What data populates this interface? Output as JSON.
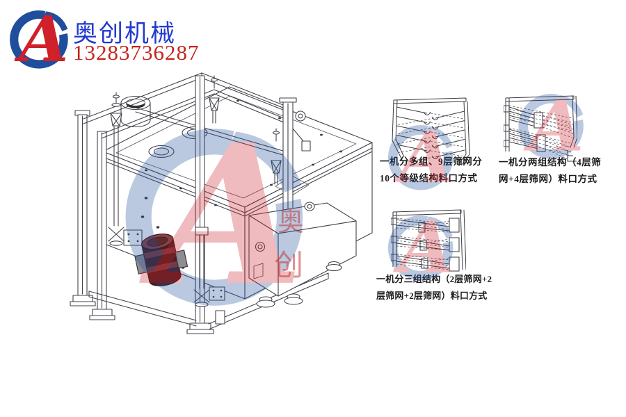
{
  "header": {
    "company_name": "奥创机械",
    "phone": "13283736287"
  },
  "logo": {
    "letter": "A"
  },
  "colors": {
    "brand_blue": "#1f4e9c",
    "brand_red": "#d0202a",
    "company_text_blue": "#2239cf",
    "phone_red": "#c5231b",
    "drawing_line": "#43434b",
    "motor_maroon": "#4a2024"
  },
  "watermark": {
    "chars": [
      "奥",
      "创"
    ]
  },
  "diagrams": [
    {
      "caption_line1": "一机分多组、9层筛网分",
      "caption_line2": "10个等级结构料口方式"
    },
    {
      "caption_line1": "一机分两组结构（4层筛",
      "caption_line2": "网+4层筛网）料口方式"
    },
    {
      "caption_line1": "一机分三组结构（2层筛网+2",
      "caption_line2": "层筛网+2层筛网）料口方式"
    }
  ]
}
